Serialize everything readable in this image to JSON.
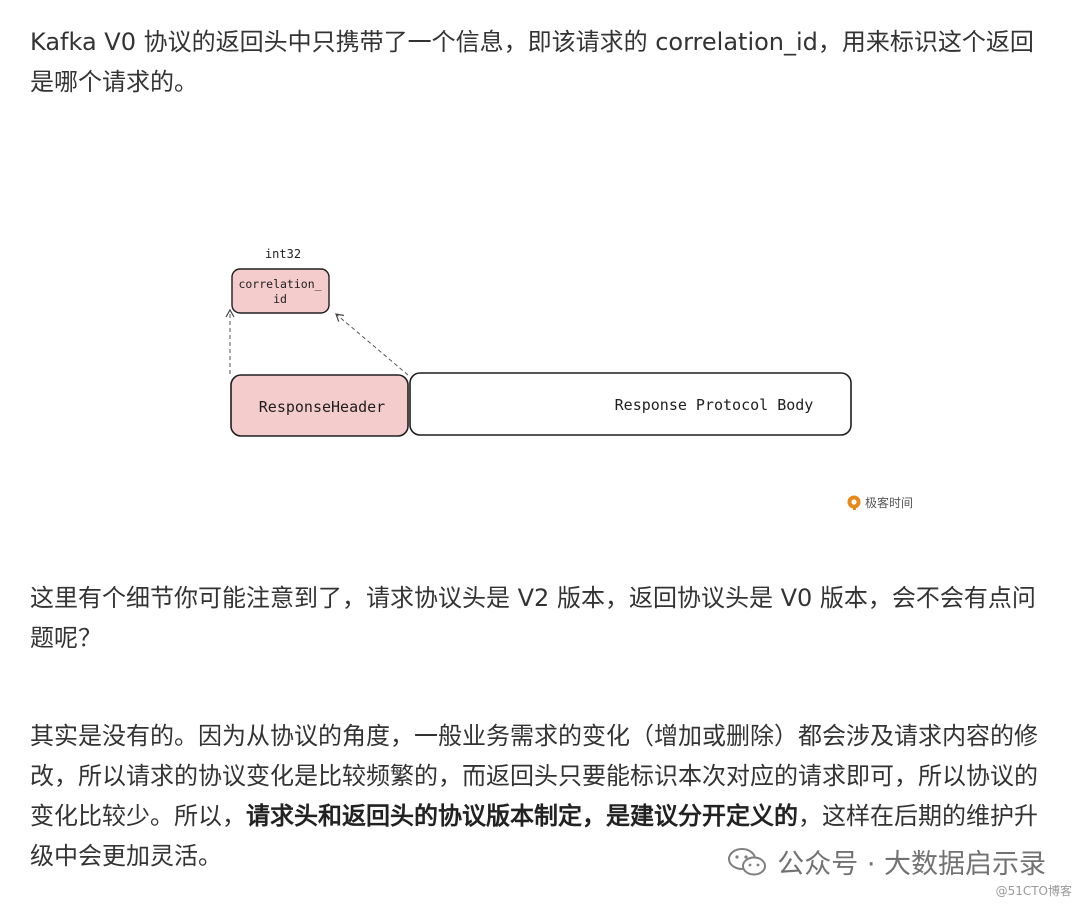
{
  "paragraphs": {
    "p1": "Kafka V0 协议的返回头中只携带了一个信息，即该请求的 correlation_id，用来标识这个返回是哪个请求的。",
    "p2": "这里有个细节你可能注意到了，请求协议头是 V2 版本，返回协议头是 V0 版本，会不会有点问题呢？",
    "p3_before": "其实是没有的。因为从协议的角度，一般业务需求的变化（增加或删除）都会涉及请求内容的修改，所以请求的协议变化是比较频繁的，而返回头只要能标识本次对应的请求即可，所以协议的变化比较少。所以，",
    "p3_bold": "请求头和返回头的协议版本制定，是建议分开定义的",
    "p3_after": "，这样在后期的维护升级中会更加灵活。"
  },
  "diagram": {
    "type_label": "int32",
    "field_line1": "correlation_",
    "field_line2": "id",
    "header_label": "ResponseHeader",
    "body_label": "Response Protocol Body",
    "logo_text": "极客时间"
  },
  "watermark": {
    "text": "公众号 · 大数据启示录",
    "corner": "@51CTO博客"
  },
  "colors": {
    "pink_fill": "#f4cccc",
    "stroke": "#1e1e1e",
    "logo_orange": "#e8891a",
    "text": "#333333"
  }
}
